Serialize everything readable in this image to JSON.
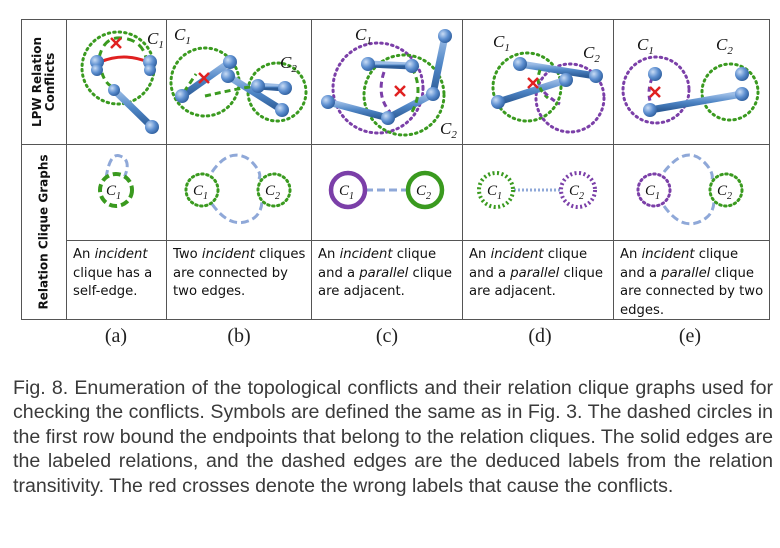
{
  "row_labels": {
    "row1": [
      "LPW Relation",
      "Conflicts"
    ],
    "row2": [
      "Relation Clique Graphs"
    ]
  },
  "cliques": {
    "c1": "C",
    "c2": "C",
    "sub1": "1",
    "sub2": "2"
  },
  "columns": [
    {
      "label": "(a)",
      "desc_parts": [
        [
          "An ",
          "incident"
        ],
        [
          " clique has a self-edge.",
          ""
        ]
      ]
    },
    {
      "label": "(b)",
      "desc_parts": [
        [
          "Two ",
          "incident"
        ],
        [
          " cliques are connected by two edges.",
          ""
        ]
      ]
    },
    {
      "label": "(c)",
      "desc_parts": [
        [
          "An ",
          "incident"
        ],
        [
          " clique and a ",
          "parallel"
        ],
        [
          " clique are adjacent.",
          ""
        ]
      ]
    },
    {
      "label": "(d)",
      "desc_parts": [
        [
          "An ",
          "incident"
        ],
        [
          " clique and a ",
          "parallel"
        ],
        [
          " clique are adjacent.",
          ""
        ]
      ]
    },
    {
      "label": "(e)",
      "desc_parts": [
        [
          "An ",
          "incident"
        ],
        [
          " clique and a ",
          "parallel"
        ],
        [
          " clique are connected by two edges.",
          ""
        ]
      ]
    }
  ],
  "caption": "Fig. 8. Enumeration of the topological conflicts and their relation clique graphs used for checking the conflicts. Symbols are defined the same as in Fig. 3. The dashed circles in the first row bound the endpoints that belong to the relation cliques. The solid edges are the labeled relations, and the dashed edges are the deduced labels from the relation transitivity. The red crosses denote the wrong labels that cause the conflicts.",
  "colors": {
    "green": "#3a9a1f",
    "purple": "#7b3fa8",
    "line_blue": "#4f86c6",
    "dash_blue": "#8fa8d8",
    "red": "#e02020",
    "grid": "#555555"
  }
}
